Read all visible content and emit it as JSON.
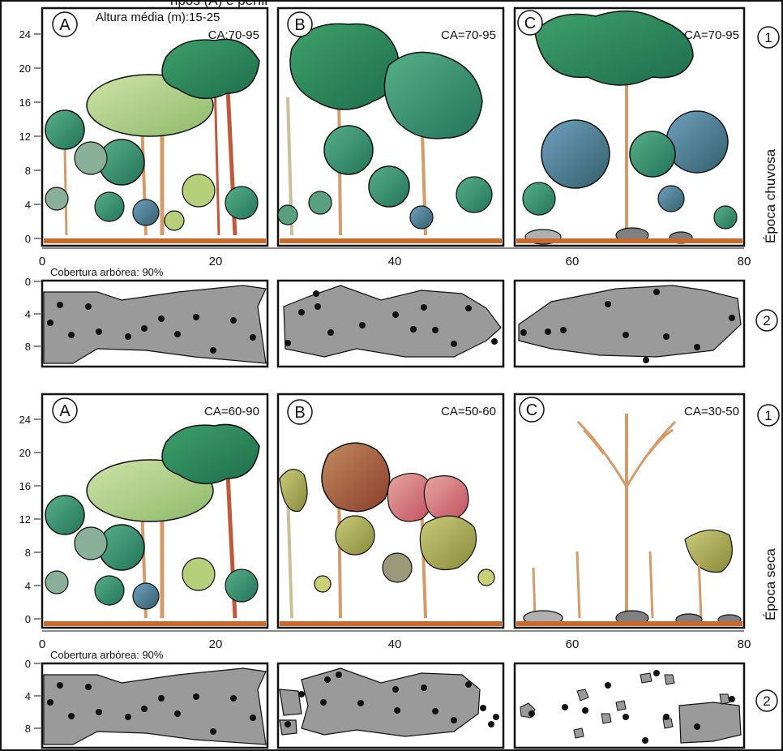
{
  "top_caption_fragment": "ripos (A) e perfil",
  "seasons": {
    "rainy": "Época chuvosa",
    "dry": "Época seca"
  },
  "row_marker_profile": "1",
  "row_marker_cover": "2",
  "panel_letters": [
    "A",
    "B",
    "C"
  ],
  "rainy_panels": {
    "A_text_line1": "Altura média (m):15-25",
    "A_text_line2": "CA:70-95",
    "B_text": "CA=70-95",
    "C_text": "CA=70-95"
  },
  "dry_panels": {
    "A_text": "CA=60-90",
    "B_text": "CA=50-60",
    "C_text": "CA=30-50"
  },
  "cover_label": "Cobertura arbórea: 90%",
  "y_axis_height_ticks": [
    "24",
    "20",
    "16",
    "12",
    "8",
    "4",
    "0"
  ],
  "y_axis_cover_ticks": [
    "0",
    "4",
    "8"
  ],
  "x_axis_ticks": [
    "0",
    "20",
    "40",
    "60",
    "80"
  ],
  "colors": {
    "frame": "#111111",
    "ground": "#c86a2e",
    "cover_fill": "#9a9a9a",
    "wet_leaf": "#3f9a6e",
    "wet_leaf_dark": "#23745a",
    "wet_leaf_blue": "#5a86a5",
    "dry_leaf": "#b07a5a",
    "dry_leaf_pink": "#d98a8a",
    "dry_leaf_olive": "#9aa05a",
    "trunk": "#d49a6a"
  }
}
